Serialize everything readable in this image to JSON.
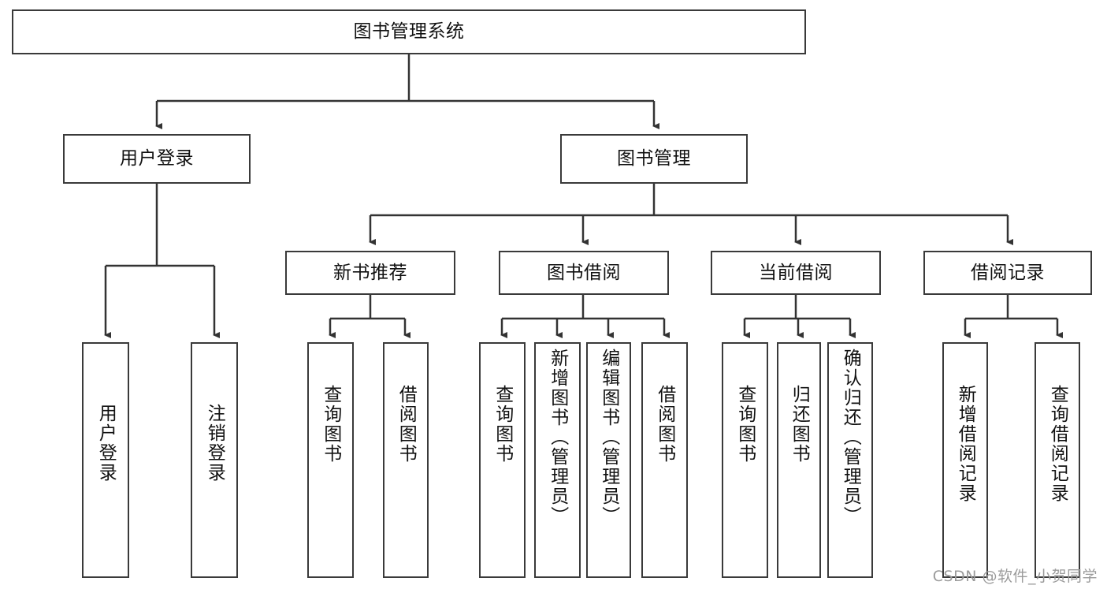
{
  "diagram": {
    "title": "图书管理系统",
    "type": "tree-hierarchy",
    "colors": {
      "box_border": "#3a3a3a",
      "box_fill": "#ffffff",
      "connector": "#333333",
      "text": "#111111",
      "watermark": "#9b9b9b"
    },
    "root": {
      "label": "图书管理系统"
    },
    "level2": [
      {
        "label": "用户登录"
      },
      {
        "label": "图书管理"
      }
    ],
    "level3": [
      {
        "label": "新书推荐"
      },
      {
        "label": "图书借阅"
      },
      {
        "label": "当前借阅"
      },
      {
        "label": "借阅记录"
      }
    ],
    "leaves": {
      "user_login": [
        {
          "label": "用户登录"
        },
        {
          "label": "注销登录"
        }
      ],
      "new_book_recommend": [
        {
          "label": "查询图书"
        },
        {
          "label": "借阅图书"
        }
      ],
      "book_borrow": [
        {
          "label": "查询图书"
        },
        {
          "label": "新增图书（管理员）"
        },
        {
          "label": "编辑图书（管理员）"
        },
        {
          "label": "借阅图书"
        }
      ],
      "current_borrow": [
        {
          "label": "查询图书"
        },
        {
          "label": "归还图书"
        },
        {
          "label": "确认归还（管理员）"
        }
      ],
      "borrow_record": [
        {
          "label": "新增借阅记录"
        },
        {
          "label": "查询借阅记录"
        }
      ]
    }
  },
  "watermark": {
    "text": "CSDN @软件_小贺同学"
  }
}
